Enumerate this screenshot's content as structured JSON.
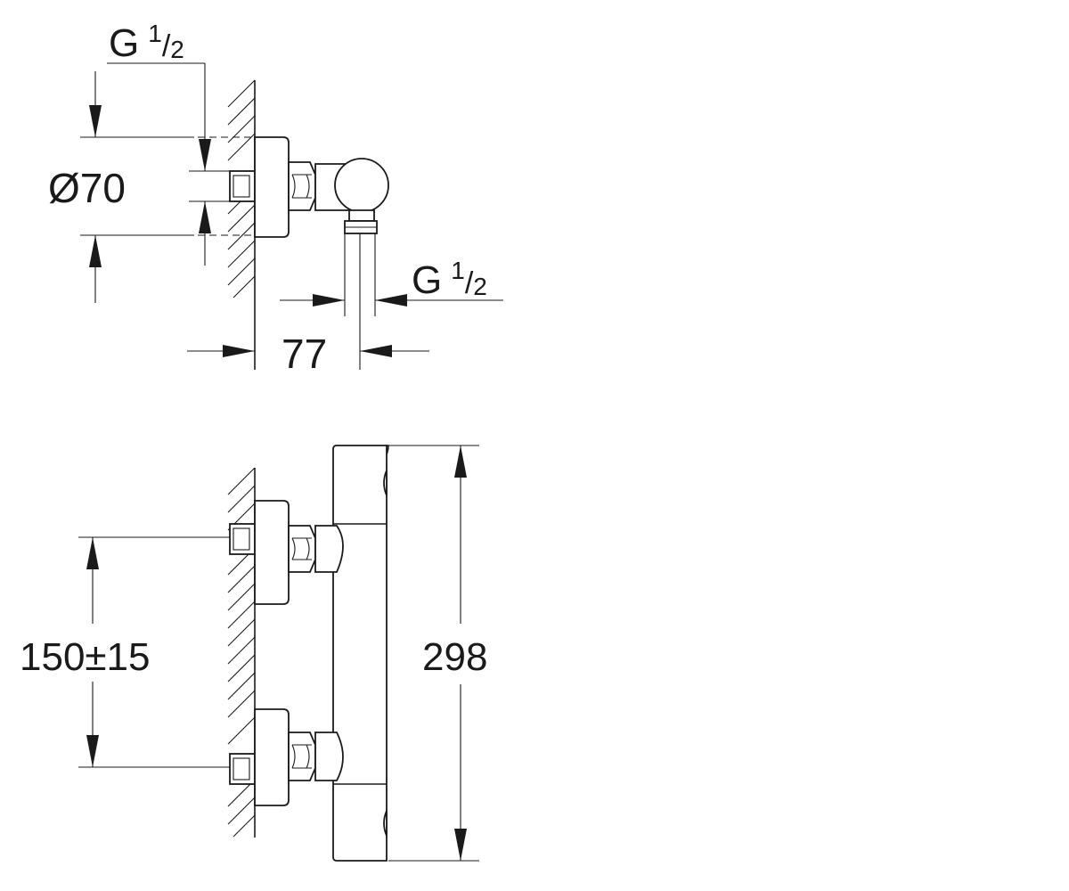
{
  "views": {
    "side": {
      "thread_inlet": {
        "main": "G",
        "num": "1",
        "den": "2"
      },
      "thread_outlet": {
        "main": "G",
        "num": "1",
        "den": "2"
      },
      "diameter": "Ø70",
      "projection": "77"
    },
    "front": {
      "centers": "150±15",
      "height": "298"
    }
  },
  "colors": {
    "line": "#1a1a1a",
    "background": "#ffffff"
  }
}
